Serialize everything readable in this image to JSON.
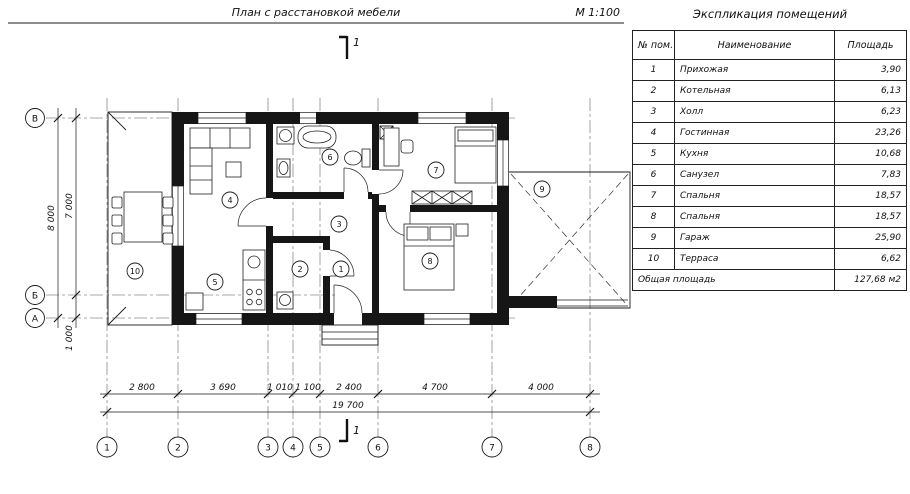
{
  "plan": {
    "title": "План с расстановкой мебели",
    "scale": "М 1:100",
    "section_mark": "1",
    "axes_x": [
      "1",
      "2",
      "3",
      "4",
      "5",
      "6",
      "7",
      "8"
    ],
    "axes_y": [
      "В",
      "Б",
      "А"
    ],
    "dims_bottom": [
      "2 800",
      "3 690",
      "1 010",
      "1 100",
      "2 400",
      "4 700",
      "4 000"
    ],
    "dim_total": "19 700",
    "dims_left": [
      "8 000",
      "7 000",
      "1 000"
    ],
    "rooms": [
      "1",
      "2",
      "3",
      "4",
      "5",
      "6",
      "7",
      "8",
      "9",
      "10"
    ]
  },
  "table": {
    "title": "Экспликация помещений",
    "columns": [
      "№ пом.",
      "Наименование",
      "Площадь"
    ],
    "rows": [
      {
        "num": "1",
        "name": "Прихожая",
        "area": "3,90"
      },
      {
        "num": "2",
        "name": "Котельная",
        "area": "6,13"
      },
      {
        "num": "3",
        "name": "Холл",
        "area": "6,23"
      },
      {
        "num": "4",
        "name": "Гостинная",
        "area": "23,26"
      },
      {
        "num": "5",
        "name": "Кухня",
        "area": "10,68"
      },
      {
        "num": "6",
        "name": "Санузел",
        "area": "7,83"
      },
      {
        "num": "7",
        "name": "Спальня",
        "area": "18,57"
      },
      {
        "num": "8",
        "name": "Спальня",
        "area": "18,57"
      },
      {
        "num": "9",
        "name": "Гараж",
        "area": "25,90"
      },
      {
        "num": "10",
        "name": "Терраса",
        "area": "6,62"
      }
    ],
    "total_label": "Общая площадь",
    "total_value": "127,68 м2"
  }
}
